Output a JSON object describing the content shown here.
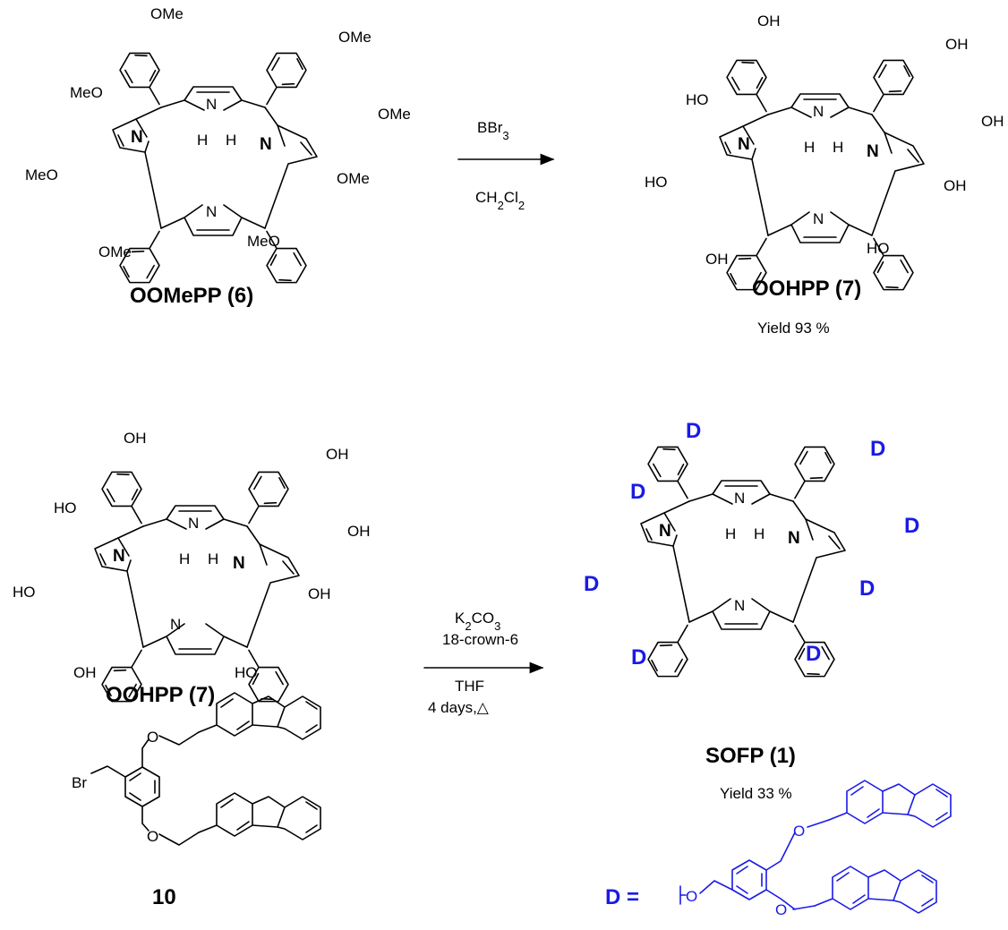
{
  "molecules": {
    "oomepp": {
      "name": "OOMePP (6)",
      "substituent": "OMe",
      "substituent_left": "MeO"
    },
    "oohpp_product": {
      "name": "OOHPP (7)",
      "yield": "Yield 93 %",
      "substituent": "OH",
      "substituent_left": "HO"
    },
    "oohpp_start": {
      "name": "OOHPP (7)",
      "substituent": "OH",
      "substituent_left": "HO"
    },
    "sofp": {
      "name": "SOFP (1)",
      "yield": "Yield 33 %",
      "substituent": "D"
    },
    "bromide": {
      "name": "10",
      "br_label": "Br",
      "o_label": "O"
    },
    "dendron": {
      "label": "D =",
      "o_label": "O"
    }
  },
  "porphyrin_core": {
    "n_label": "N",
    "nh_label": "N",
    "h_label": "H"
  },
  "reactions": [
    {
      "reagent": "BBr3",
      "solvent": "CH2Cl2"
    },
    {
      "reagent_1": "K2CO3",
      "reagent_2": "18-crown-6",
      "solvent": "THF",
      "conditions": "4 days,△"
    }
  ],
  "colors": {
    "ink": "#000000",
    "dendron": "#1a1ae6"
  }
}
